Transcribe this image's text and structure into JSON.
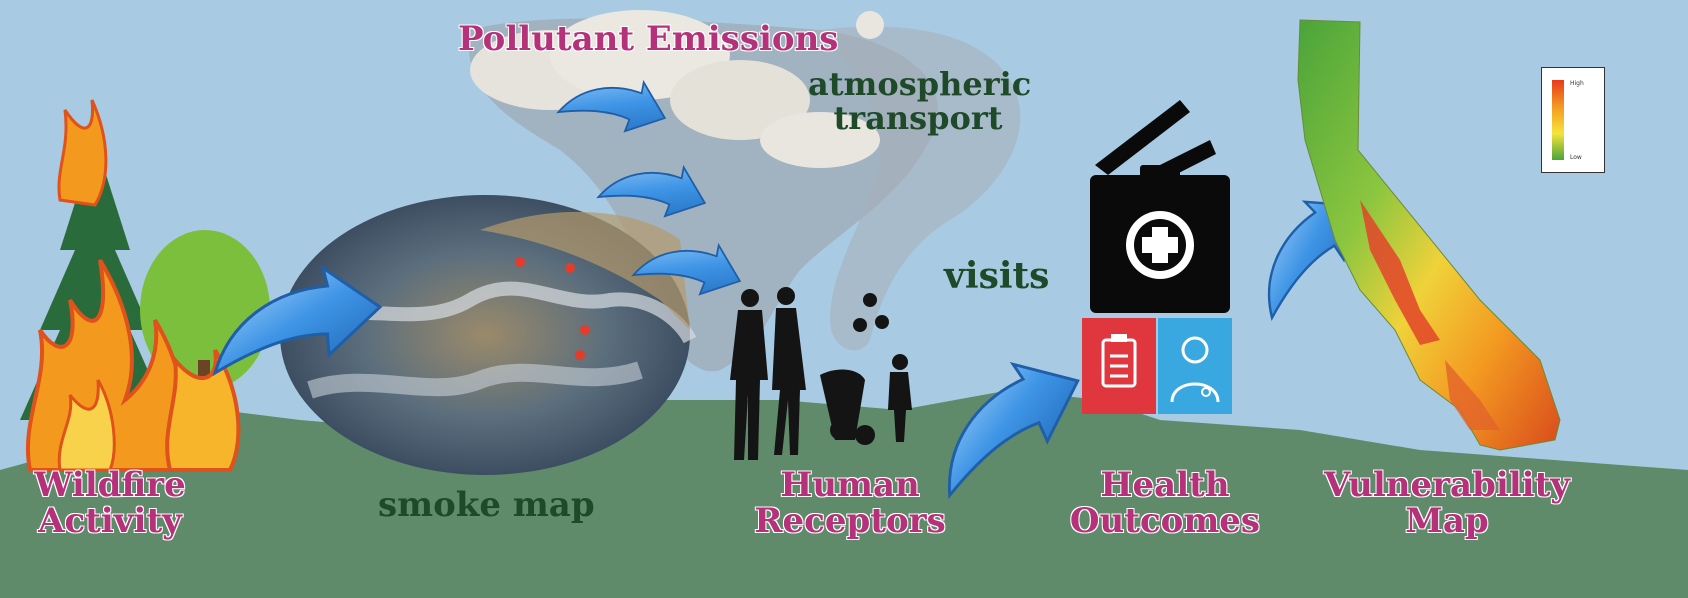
{
  "labels": {
    "pollutant_emissions": "Pollutant Emissions",
    "atmospheric_transport_1": "atmospheric",
    "atmospheric_transport_2": "transport",
    "visits": "visits",
    "smoke_map": "smoke map",
    "wildfire_1": "Wildfire",
    "wildfire_2": "Activity",
    "human_1": "Human",
    "human_2": "Receptors",
    "health_1": "Health",
    "health_2": "Outcomes",
    "vuln_1": "Vulnerability",
    "vuln_2": "Map"
  },
  "legend": {
    "high": "High",
    "low": "Low"
  },
  "colors": {
    "sky": "#a8cbe3",
    "ground": "#5f8b6a",
    "label_pink": "#b5317a",
    "label_green": "#1f4a2a",
    "arrow_blue": "#2f86d8",
    "kit_black": "#0a0a0a",
    "tile_red": "#e0373f",
    "tile_blue": "#3aa8e0"
  },
  "icons": [
    "fire-icon",
    "tree-icon",
    "arrow-icon",
    "smoke-satellite-map",
    "cloud-icon",
    "family-silhouette-icon",
    "first-aid-kit-icon",
    "clipboard-icon",
    "doctor-icon",
    "california-map"
  ]
}
